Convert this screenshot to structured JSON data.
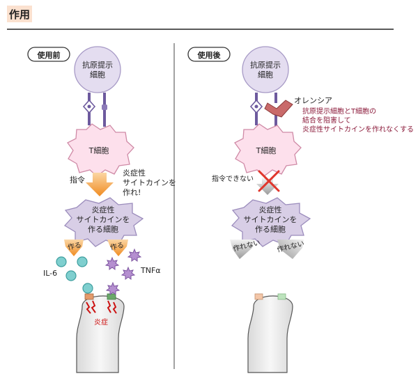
{
  "header": {
    "title": "作用"
  },
  "before": {
    "badge": "使用前",
    "apc_line1": "抗原提示",
    "apc_line2": "細胞",
    "tcell": "T細胞",
    "command": "指令",
    "instruction_line1": "炎症性",
    "instruction_line2": "サイトカインを",
    "instruction_line3": "作れ!",
    "producer_line1": "炎症性",
    "producer_line2": "サイトカインを",
    "producer_line3": "作る細胞",
    "make_left": "作る",
    "make_right": "作る",
    "il6": "IL-6",
    "tnf": "TNFα",
    "inflammation": "炎症"
  },
  "after": {
    "badge": "使用後",
    "apc_line1": "抗原提示",
    "apc_line2": "細胞",
    "tcell": "T細胞",
    "drug": "オレンシア",
    "effect_line1": "抗原提示細胞とT細胞の",
    "effect_line2": "結合を阻害して",
    "effect_line3": "炎症性サイトカインを作れなくする",
    "no_command": "指令できない",
    "producer_line1": "炎症性",
    "producer_line2": "サイトカインを",
    "producer_line3": "作る細胞",
    "cannot_left": "作れない",
    "cannot_right": "作れない"
  },
  "colors": {
    "header_bg": "#fbe1cf",
    "apc_fill": "#e4ddf0",
    "tcell_fill": "#fde0ec",
    "producer_fill": "#d8cee6",
    "arrow_orange": "#f0a23a",
    "drug": "#c96a6a",
    "effect_text": "#8b1a3a",
    "cross": "#e0362c",
    "il6": "#7fcfcf",
    "tnf": "#b58fd0",
    "inflammation": "#cc1111"
  }
}
